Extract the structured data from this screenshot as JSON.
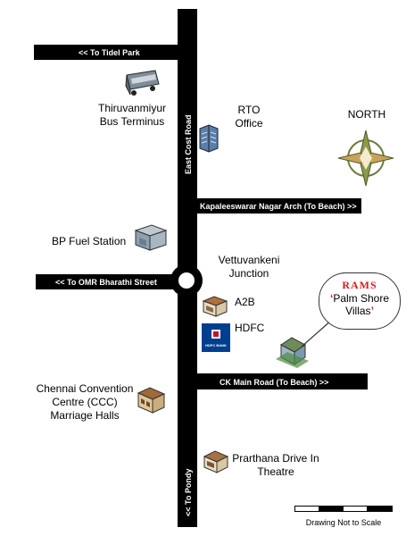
{
  "roads": {
    "tidel_park": "<< To Tidel Park",
    "east_coast_road": "East Cost Road",
    "kapaleeswarar": "Kapaleeswarar Nagar Arch (To Beach) >>",
    "omr": "<< To OMR  Bharathi Street",
    "ck_main_road": "CK Main Road (To Beach) >>",
    "pondy": "<< To Pondy"
  },
  "landmarks": {
    "bus_terminus_line1": "Thiruvanmiyur",
    "bus_terminus_line2": "Bus Terminus",
    "rto_line1": "RTO",
    "rto_line2": "Office",
    "north": "NORTH",
    "fuel_station": "BP Fuel Station",
    "junction_line1": "Vettuvankeni",
    "junction_line2": "Junction",
    "a2b": "A2B",
    "hdfc": "HDFC",
    "hdfc_logo_text": "HDFC BANK",
    "ccc_line1": "Chennai Convention",
    "ccc_line2": "Centre (CCC)",
    "ccc_line3": "Marriage Halls",
    "theatre_line1": "Prarthana Drive In",
    "theatre_line2": "Theatre"
  },
  "project": {
    "brand": "RAMS",
    "name_line1": "Palm Shore",
    "name_line2": "Villas",
    "quote_open": "‘",
    "quote_close": "’"
  },
  "footer": {
    "scale_note": "Drawing Not to Scale"
  },
  "colors": {
    "road": "#000000",
    "brand_red": "#e0181c",
    "hdfc_blue": "#003f8f",
    "hdfc_red": "#c8102e"
  }
}
